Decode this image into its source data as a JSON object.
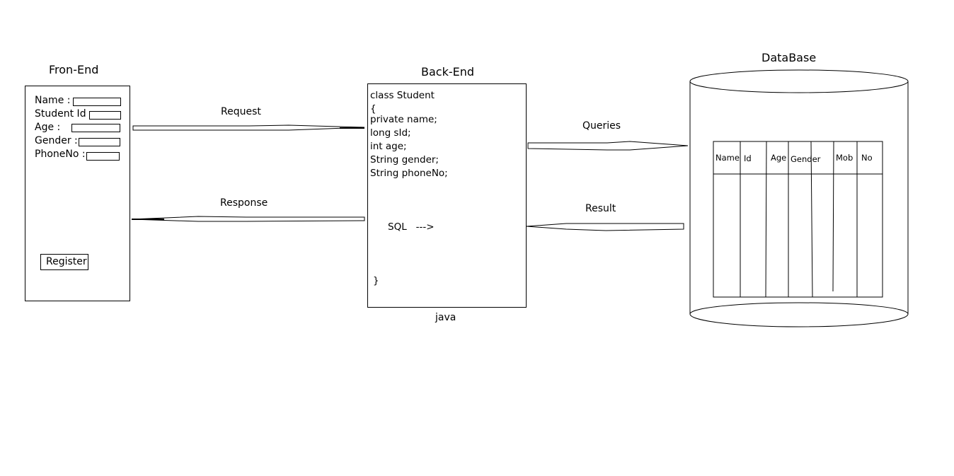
{
  "frontend": {
    "title": "Fron-End",
    "fields": [
      {
        "label": "Name :"
      },
      {
        "label": "Student Id :"
      },
      {
        "label": "Age :"
      },
      {
        "label": "Gender :"
      },
      {
        "label": "PhoneNo :"
      }
    ],
    "register_label": "Register"
  },
  "backend": {
    "title": "Back-End",
    "code_lines": [
      "class Student",
      "{",
      " private name;",
      " long sId;",
      " int age;",
      " String gender;",
      " String phoneNo;"
    ],
    "sql_label": "SQL   --->",
    "closing_brace": "}",
    "language_label": "java"
  },
  "arrows": {
    "request": "Request",
    "response": "Response",
    "queries": "Queries",
    "result": "Result"
  },
  "database": {
    "title": "DataBase",
    "columns": [
      "Name",
      "Id",
      "Age",
      "Gender",
      "",
      "Mob",
      "No"
    ]
  }
}
